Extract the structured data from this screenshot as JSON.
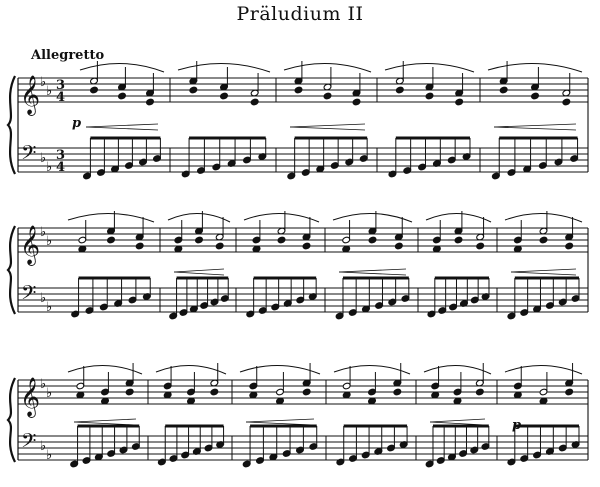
{
  "score": {
    "title": "Präludium II",
    "tempo": "Allegretto",
    "dynamics": [
      "p",
      "p"
    ],
    "time_signature": {
      "numerator": "3",
      "denominator": "4"
    },
    "key_signature": "B-flat major",
    "systems": [
      {
        "measures": 5
      },
      {
        "measures": 6
      },
      {
        "measures": 6
      }
    ]
  }
}
